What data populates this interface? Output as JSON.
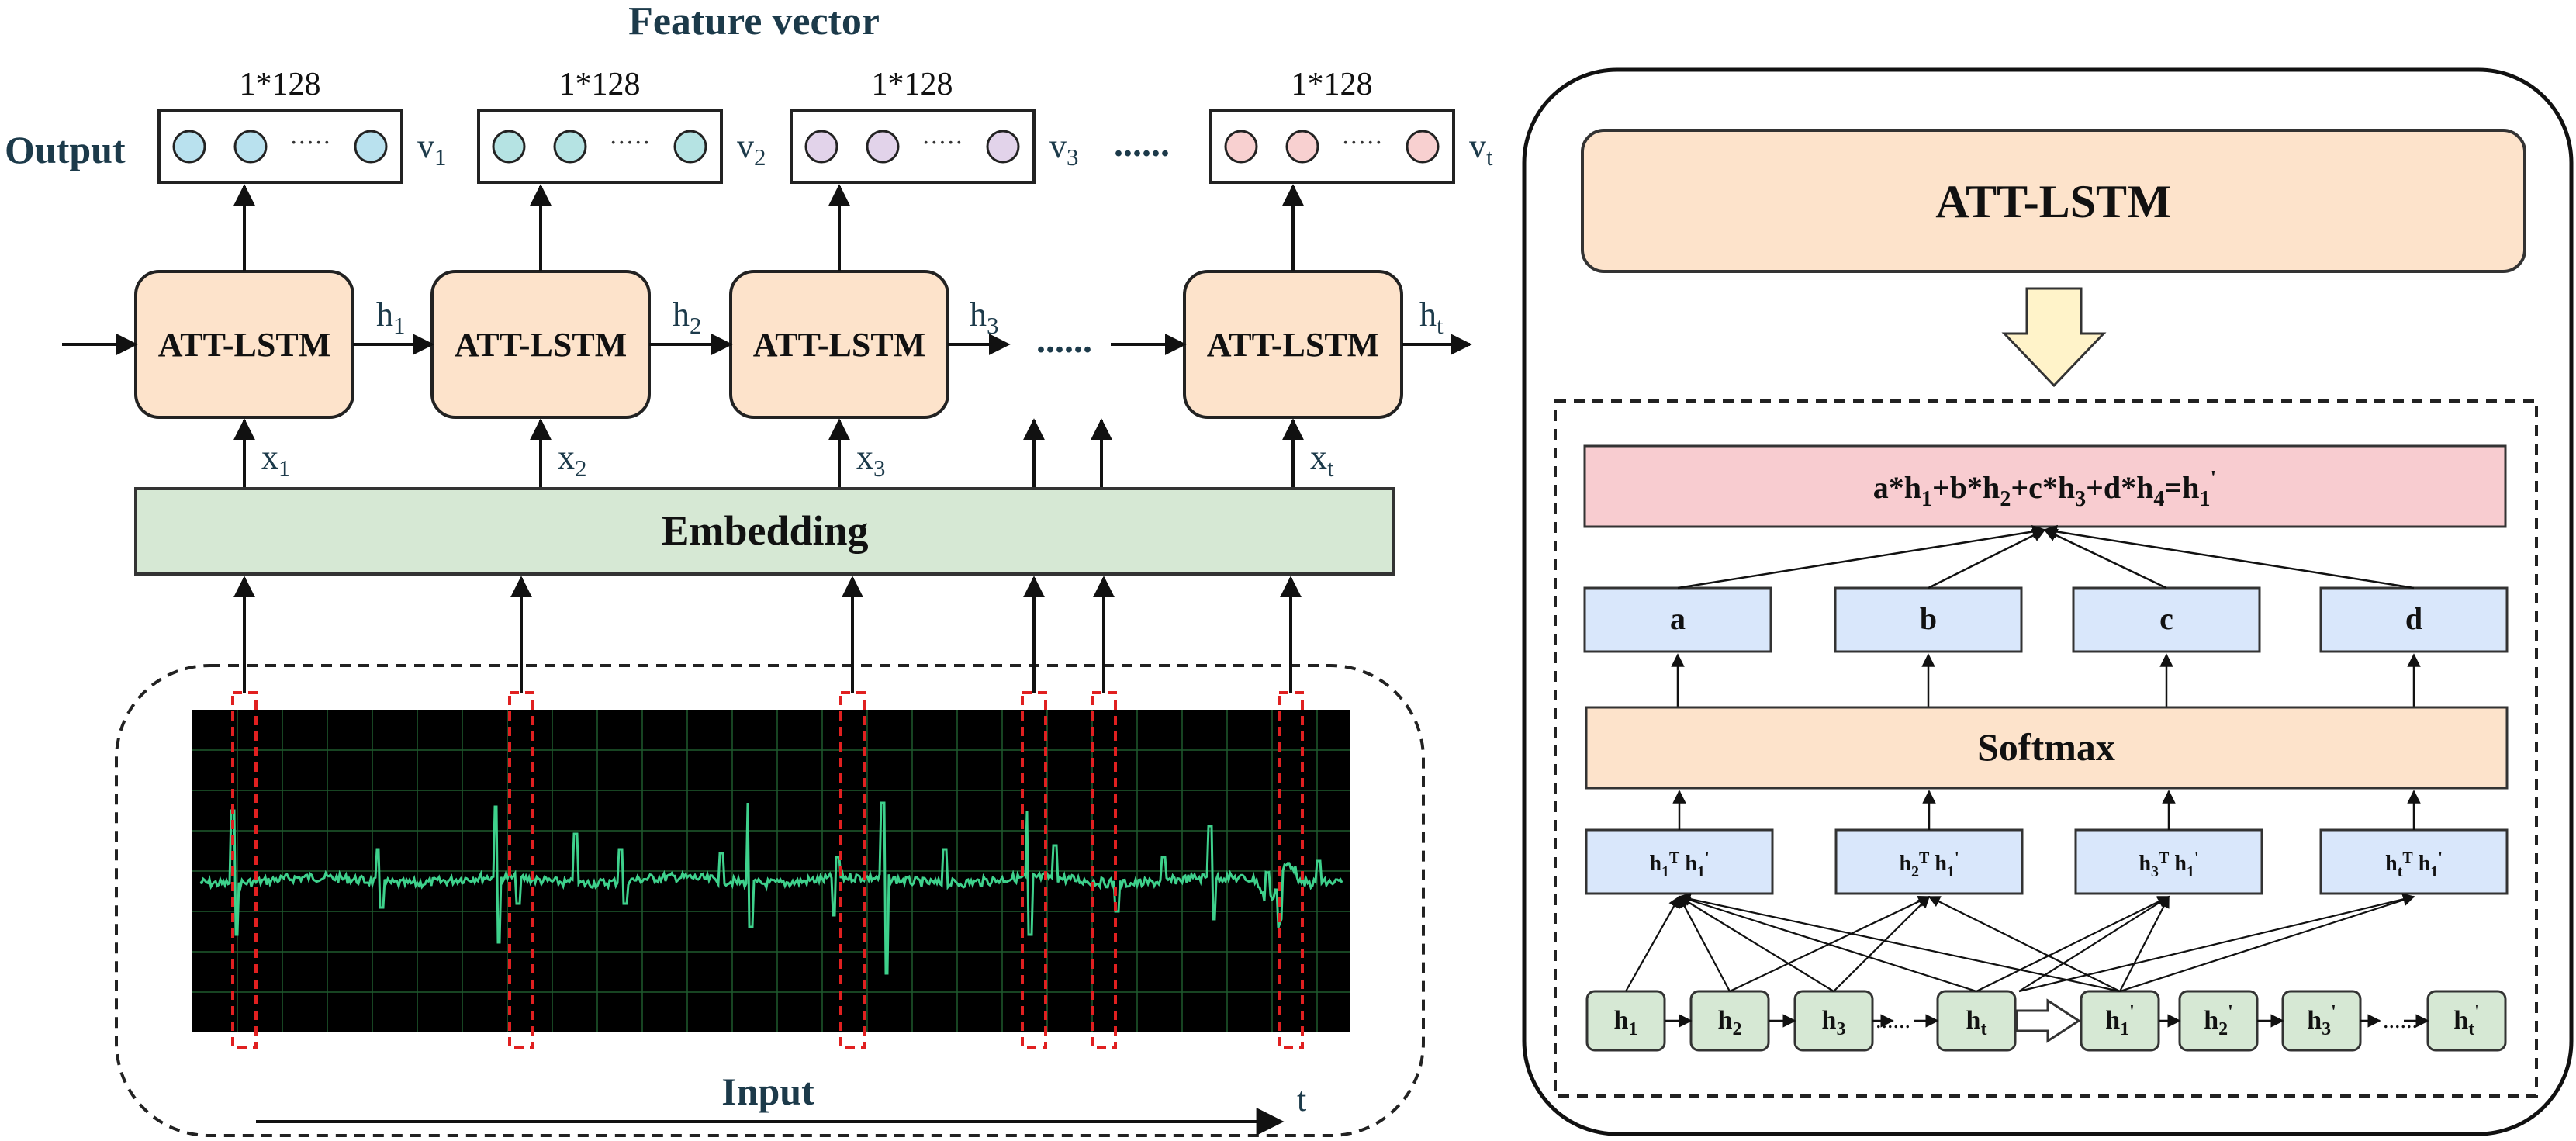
{
  "left": {
    "title": "Feature vector",
    "output_label": "Output",
    "input_label": "Input",
    "time_label": "t",
    "embedding_label": "Embedding",
    "cell_label": "ATT-LSTM",
    "dim_labels": [
      "1*128",
      "1*128",
      "1*128",
      "1*128"
    ],
    "v_labels": [
      "v",
      "v",
      "v",
      "v"
    ],
    "v_subs": [
      "1",
      "2",
      "3",
      "t"
    ],
    "h_labels": [
      "h",
      "h",
      "h",
      "h"
    ],
    "h_subs": [
      "1",
      "2",
      "3",
      "t"
    ],
    "x_labels": [
      "x",
      "x",
      "x",
      "x"
    ],
    "x_subs": [
      "1",
      "2",
      "3",
      "t"
    ],
    "ellipsis": "......",
    "dots": "·····",
    "colors": {
      "cell_fill": "#fde3cb",
      "embedding_fill": "#d6e8d4",
      "blue_circle": "#b9e1ee",
      "teal_circle": "#b5e3e3",
      "purple_circle": "#e2d3ea",
      "pink_circle": "#f8d0d0",
      "signal": "#3ed18c",
      "window": "#e02020"
    }
  },
  "right": {
    "header": "ATT-LSTM",
    "weighted_sum": "a*h1+b*h2+c*h3+d*h4=h1'",
    "weights": [
      "a",
      "b",
      "c",
      "d"
    ],
    "softmax": "Softmax",
    "scores": [
      "h1T h1'",
      "h2T h1'",
      "h3T h1'",
      "htT h1'"
    ],
    "hidden_row1": [
      "h1",
      "h2",
      "h3",
      "ht"
    ],
    "hidden_row2": [
      "h1'",
      "h2'",
      "h3'",
      "ht'"
    ],
    "row_ellipsis": "......",
    "colors": {
      "header_fill": "#fde3cb",
      "sum_fill": "#f8ccd0",
      "weight_fill": "#d9e7fb",
      "softmax_fill": "#fde3cb",
      "score_fill": "#d9e7fb",
      "hidden_fill": "#d6e8d4",
      "arrow_fill": "#fff3c9"
    }
  }
}
